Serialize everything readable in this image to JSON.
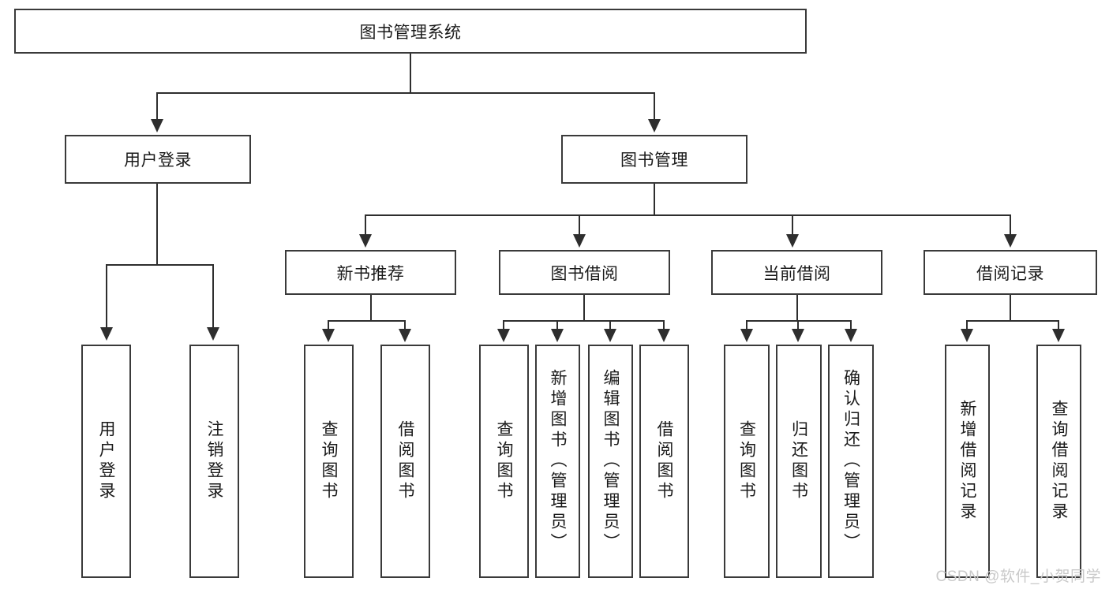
{
  "diagram": {
    "type": "tree-hierarchy-flowchart",
    "title": "图书管理系统",
    "watermark": "CSDN @软件_小贺同学",
    "colors": {
      "box_border": "#3a3a3a",
      "connector": "#2e2e2e",
      "background": "#ffffff",
      "text": "#1a1a1a",
      "watermark": "#c9c9c9"
    },
    "root": {
      "label": "图书管理系统"
    },
    "level1": [
      {
        "label": "用户登录"
      },
      {
        "label": "图书管理"
      }
    ],
    "level2": [
      {
        "label": "新书推荐"
      },
      {
        "label": "图书借阅"
      },
      {
        "label": "当前借阅"
      },
      {
        "label": "借阅记录"
      }
    ],
    "leaves": {
      "user_login": [
        {
          "label": "用户登录"
        },
        {
          "label": "注销登录"
        }
      ],
      "new_book_recommend": [
        {
          "label": "查询图书"
        },
        {
          "label": "借阅图书"
        }
      ],
      "book_borrow": [
        {
          "label": "查询图书"
        },
        {
          "label": "新增图书（管理员）"
        },
        {
          "label": "编辑图书（管理员）"
        },
        {
          "label": "借阅图书"
        }
      ],
      "current_borrow": [
        {
          "label": "查询图书"
        },
        {
          "label": "归还图书"
        },
        {
          "label": "确认归还（管理员）"
        }
      ],
      "borrow_record": [
        {
          "label": "新增借阅记录"
        },
        {
          "label": "查询借阅记录"
        }
      ]
    }
  }
}
